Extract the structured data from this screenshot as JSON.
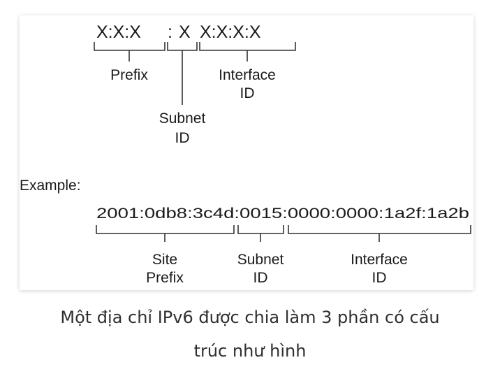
{
  "diagram": {
    "pattern": {
      "prefix_part": "X:X:X",
      "colon": ":",
      "subnet_part": "X",
      "interface_part": "X:X:X:X",
      "full": "X:X:X:X X:X:X:X"
    },
    "labels": {
      "prefix": "Prefix",
      "subnet_line1": "Subnet",
      "subnet_line2": "ID",
      "interface_line1": "Interface",
      "interface_line2": "ID"
    },
    "example": {
      "title": "Example:",
      "address": "2001:0db8:3c4d:0015:0000:0000:1a2f:1a2b",
      "site_prefix_line1": "Site",
      "site_prefix_line2": "Prefix",
      "subnet_line1": "Subnet",
      "subnet_line2": "ID",
      "interface_line1": "Interface",
      "interface_line2": "ID"
    }
  },
  "caption": {
    "line1": "Một địa chỉ IPv6 được chia làm 3 phần có cấu",
    "line2": "trúc như hình"
  }
}
